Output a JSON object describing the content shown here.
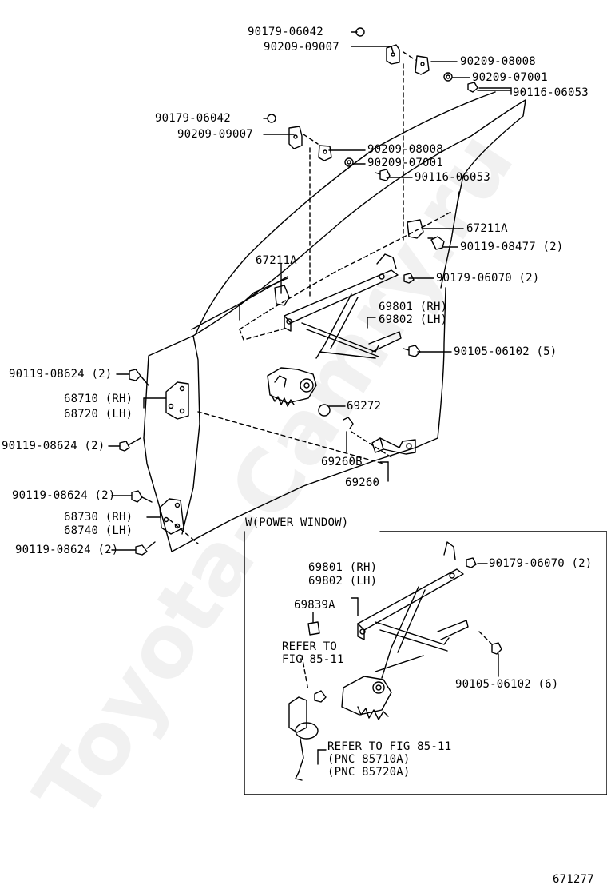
{
  "labels": {
    "l1": "90179-06042",
    "l2": "90209-09007",
    "l3": "90209-08008",
    "l4": "90209-07001",
    "l5": "90116-06053",
    "l6": "90179-06042",
    "l7": "90209-09007",
    "l8": "90209-08008",
    "l9": "90209-07001",
    "l10": "90116-06053",
    "l11": "67211A",
    "l12": "90119-08477 (2)",
    "l13": "67211A",
    "l14": "90179-06070 (2)",
    "l15": "69801 (RH)",
    "l16": "69802 (LH)",
    "l17": "90105-06102 (5)",
    "l18": "90119-08624 (2)",
    "l19": "68710 (RH)",
    "l20": "68720 (LH)",
    "l21": "69272",
    "l22": "90119-08624 (2)",
    "l23": "69260B",
    "l24": "69260",
    "l25": "90119-08624 (2)",
    "l26": "68730 (RH)",
    "l27": "68740 (LH)",
    "l28": "90119-08624 (2)",
    "l29": "W(POWER WINDOW)",
    "l30": "69801 (RH)",
    "l31": "69802 (LH)",
    "l32": "90179-06070 (2)",
    "l33": "69839A",
    "l34": "REFER TO",
    "l35": "FIG 85-11",
    "l36": "90105-06102 (6)",
    "l37": "REFER TO FIG 85-11",
    "l38": "(PNC 85710A)",
    "l39": "(PNC 85720A)",
    "l40": "671277"
  },
  "watermark": "Toyota-Camry.ru",
  "colors": {
    "ink": "#000000",
    "watermark": "#969696"
  }
}
